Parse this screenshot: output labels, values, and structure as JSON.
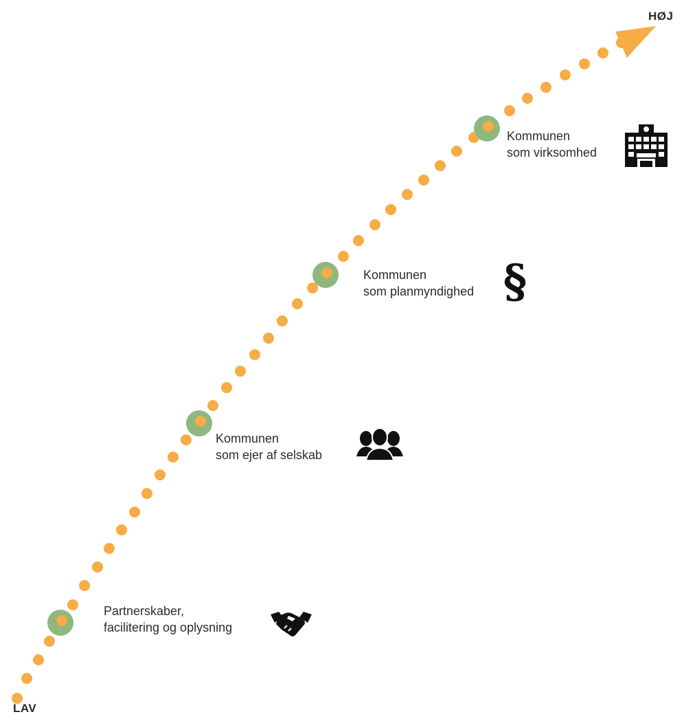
{
  "scale": {
    "high_label": "HØJ",
    "low_label": "LAV"
  },
  "colors": {
    "dot": "#F7AC45",
    "milestone_ring": "#8FB77E",
    "icon": "#111111"
  },
  "steps": [
    {
      "line1": "Partnerskaber,",
      "line2": "facilitering og oplysning",
      "icon": "handshake-icon"
    },
    {
      "line1": "Kommunen",
      "line2": "som ejer af selskab",
      "icon": "group-people-icon"
    },
    {
      "line1": "Kommunen",
      "line2": "som planmyndighed",
      "icon": "paragraph-section-icon"
    },
    {
      "line1": "Kommunen",
      "line2": "som virksomhed",
      "icon": "office-building-icon"
    }
  ]
}
